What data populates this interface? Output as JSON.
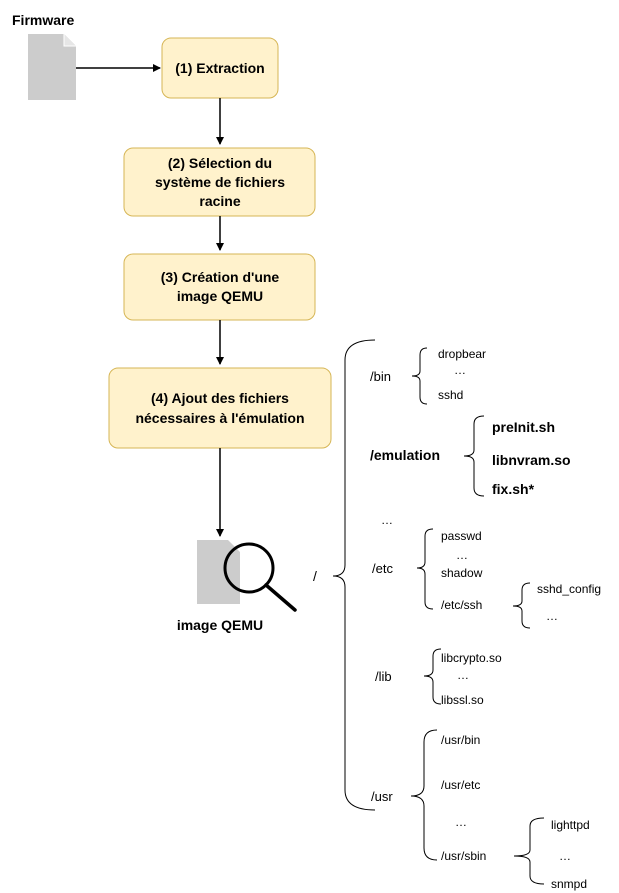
{
  "firmware_label": "Firmware",
  "steps": [
    {
      "id": "extraction",
      "lines": [
        "(1) Extraction"
      ]
    },
    {
      "id": "rootfs-selection",
      "lines": [
        "(2) Sélection du",
        "système de fichiers",
        "racine"
      ]
    },
    {
      "id": "qemu-image",
      "lines": [
        "(3) Création d'une",
        "image QEMU"
      ]
    },
    {
      "id": "emulation-files",
      "lines": [
        "(4) Ajout des fichiers",
        "nécessaires à l'émulation"
      ]
    }
  ],
  "qemu_image_label": "image QEMU",
  "root": "/",
  "tree": {
    "bin": {
      "label": "/bin",
      "items": [
        "dropbear",
        "…",
        "sshd"
      ]
    },
    "emulation": {
      "label": "/emulation",
      "items": [
        "preInit.sh",
        "libnvram.so",
        "fix.sh*"
      ]
    },
    "ellipsis": "…",
    "etc": {
      "label": "/etc",
      "items": [
        "passwd",
        "…",
        "shadow",
        "/etc/ssh"
      ],
      "ssh_items": [
        "sshd_config",
        "…"
      ]
    },
    "lib": {
      "label": "/lib",
      "items": [
        "libcrypto.so",
        "…",
        "libssl.so"
      ]
    },
    "usr": {
      "label": "/usr",
      "items": [
        "/usr/bin",
        "/usr/etc",
        "…",
        "/usr/sbin"
      ],
      "sbin_items": [
        "lighttpd",
        "…",
        "snmpd"
      ]
    }
  },
  "colors": {
    "step_fill": "#fff2cc",
    "step_stroke": "#d6b656",
    "file_icon": "#cccccc"
  }
}
